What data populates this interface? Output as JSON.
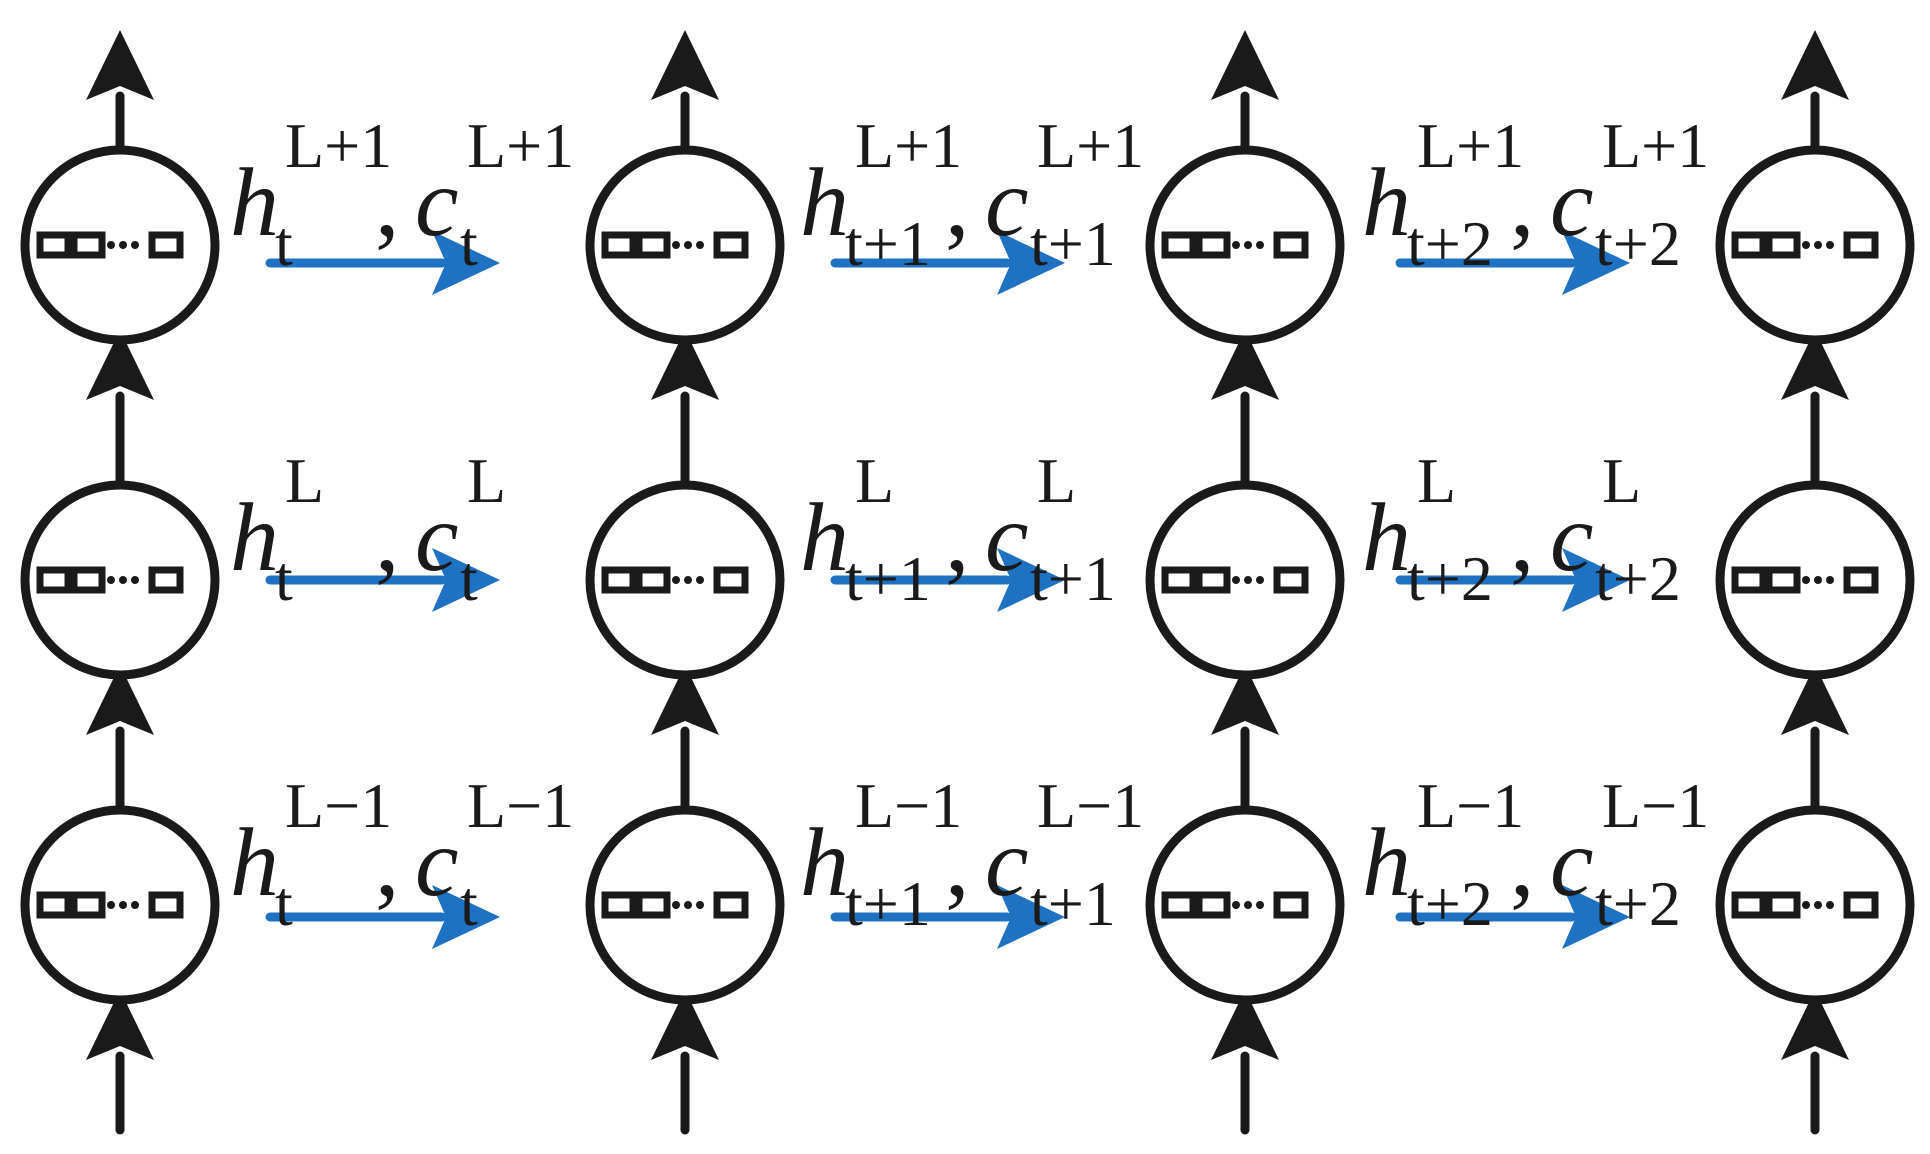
{
  "colors": {
    "stroke": "#1a1a1a",
    "recurrent_arrow": "#1f72c2"
  },
  "icons": {
    "cell": "lstm-cell-circle-with-memory-blocks",
    "vertical_arrow": "up-arrow",
    "recurrent_arrow": "right-arrow"
  },
  "layers": [
    {
      "layer": "L+1",
      "transitions": [
        {
          "h": "h",
          "h_sup": "L+1",
          "h_sub": "t",
          "comma": ",",
          "c": "c",
          "c_sup": "L+1",
          "c_sub": "t"
        },
        {
          "h": "h",
          "h_sup": "L+1",
          "h_sub": "t+1",
          "comma": ",",
          "c": "c",
          "c_sup": "L+1",
          "c_sub": "t+1"
        },
        {
          "h": "h",
          "h_sup": "L+1",
          "h_sub": "t+2",
          "comma": ",",
          "c": "c",
          "c_sup": "L+1",
          "c_sub": "t+2"
        }
      ]
    },
    {
      "layer": "L",
      "transitions": [
        {
          "h": "h",
          "h_sup": "L",
          "h_sub": "t",
          "comma": ",",
          "c": "c",
          "c_sup": "L",
          "c_sub": "t"
        },
        {
          "h": "h",
          "h_sup": "L",
          "h_sub": "t+1",
          "comma": ",",
          "c": "c",
          "c_sup": "L",
          "c_sub": "t+1"
        },
        {
          "h": "h",
          "h_sup": "L",
          "h_sub": "t+2",
          "comma": ",",
          "c": "c",
          "c_sup": "L",
          "c_sub": "t+2"
        }
      ]
    },
    {
      "layer": "L−1",
      "transitions": [
        {
          "h": "h",
          "h_sup": "L−1",
          "h_sub": "t",
          "comma": ",",
          "c": "c",
          "c_sup": "L−1",
          "c_sub": "t"
        },
        {
          "h": "h",
          "h_sup": "L−1",
          "h_sub": "t+1",
          "comma": ",",
          "c": "c",
          "c_sup": "L−1",
          "c_sub": "t+1"
        },
        {
          "h": "h",
          "h_sup": "L−1",
          "h_sub": "t+2",
          "comma": ",",
          "c": "c",
          "c_sup": "L−1",
          "c_sub": "t+2"
        }
      ]
    }
  ],
  "cell_dots": "···"
}
